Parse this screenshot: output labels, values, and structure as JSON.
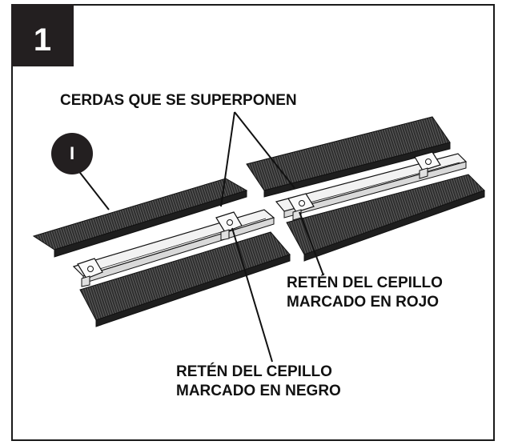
{
  "step": {
    "number": "1"
  },
  "callout": {
    "symbol": "I"
  },
  "labels": {
    "overlapping_bristles": "CERDAS QUE SE SUPERPONEN",
    "red_retainer_line1": "RETÉN DEL CEPILLO",
    "red_retainer_line2": "MARCADO EN ROJO",
    "black_retainer_line1": "RETÉN DEL CEPILLO",
    "black_retainer_line2": "MARCADO EN NEGRO"
  },
  "colors": {
    "ink": "#231f20",
    "bristle": "#3a3a3a",
    "metal": "#e8e8e8",
    "background": "#ffffff"
  }
}
